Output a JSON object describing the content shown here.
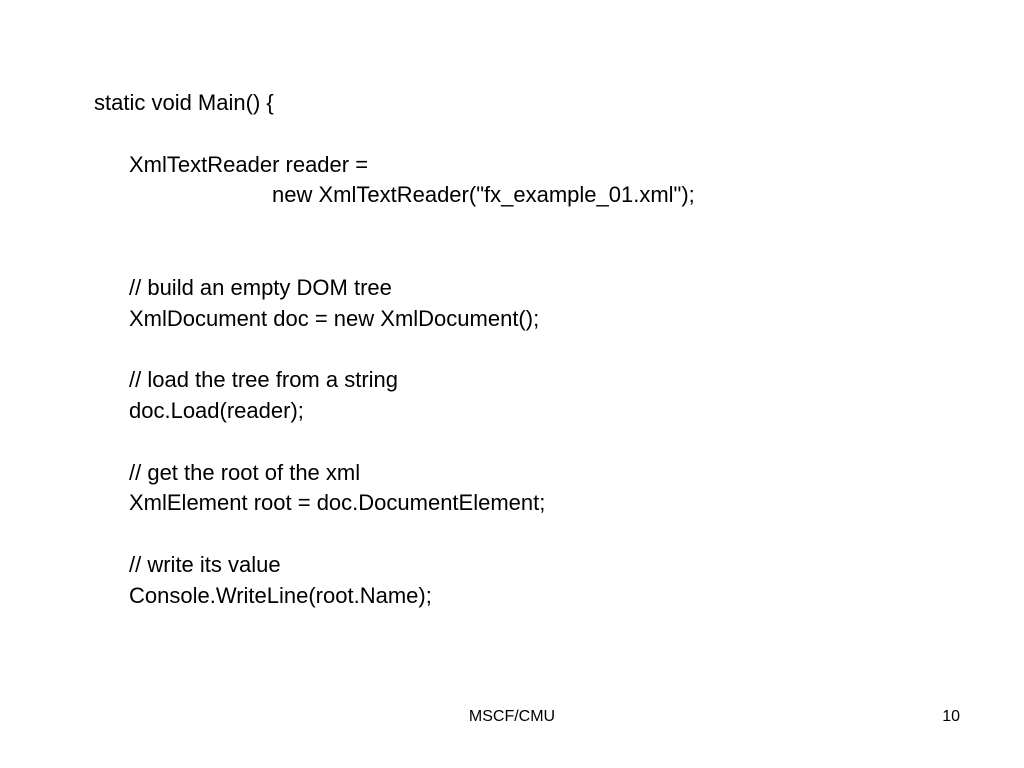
{
  "code": {
    "lines": [
      {
        "text": "static void Main() {",
        "indent": 0
      },
      {
        "text": "",
        "indent": 0
      },
      {
        "text": "XmlTextReader reader =",
        "indent": 1
      },
      {
        "text": "new XmlTextReader(\"fx_example_01.xml\");",
        "indent": 2
      },
      {
        "text": "",
        "indent": 0
      },
      {
        "text": "",
        "indent": 0
      },
      {
        "text": "// build an empty DOM tree",
        "indent": 1
      },
      {
        "text": "XmlDocument doc = new XmlDocument();",
        "indent": 1
      },
      {
        "text": "",
        "indent": 0
      },
      {
        "text": "// load the tree from a string",
        "indent": 1
      },
      {
        "text": "doc.Load(reader);",
        "indent": 1
      },
      {
        "text": "",
        "indent": 0
      },
      {
        "text": "// get the root of the xml",
        "indent": 1
      },
      {
        "text": "XmlElement root = doc.DocumentElement;",
        "indent": 1
      },
      {
        "text": "",
        "indent": 0
      },
      {
        "text": "// write its value",
        "indent": 1
      },
      {
        "text": "Console.WriteLine(root.Name);",
        "indent": 1
      }
    ]
  },
  "footer": {
    "center": "MSCF/CMU",
    "page_number": "10"
  }
}
